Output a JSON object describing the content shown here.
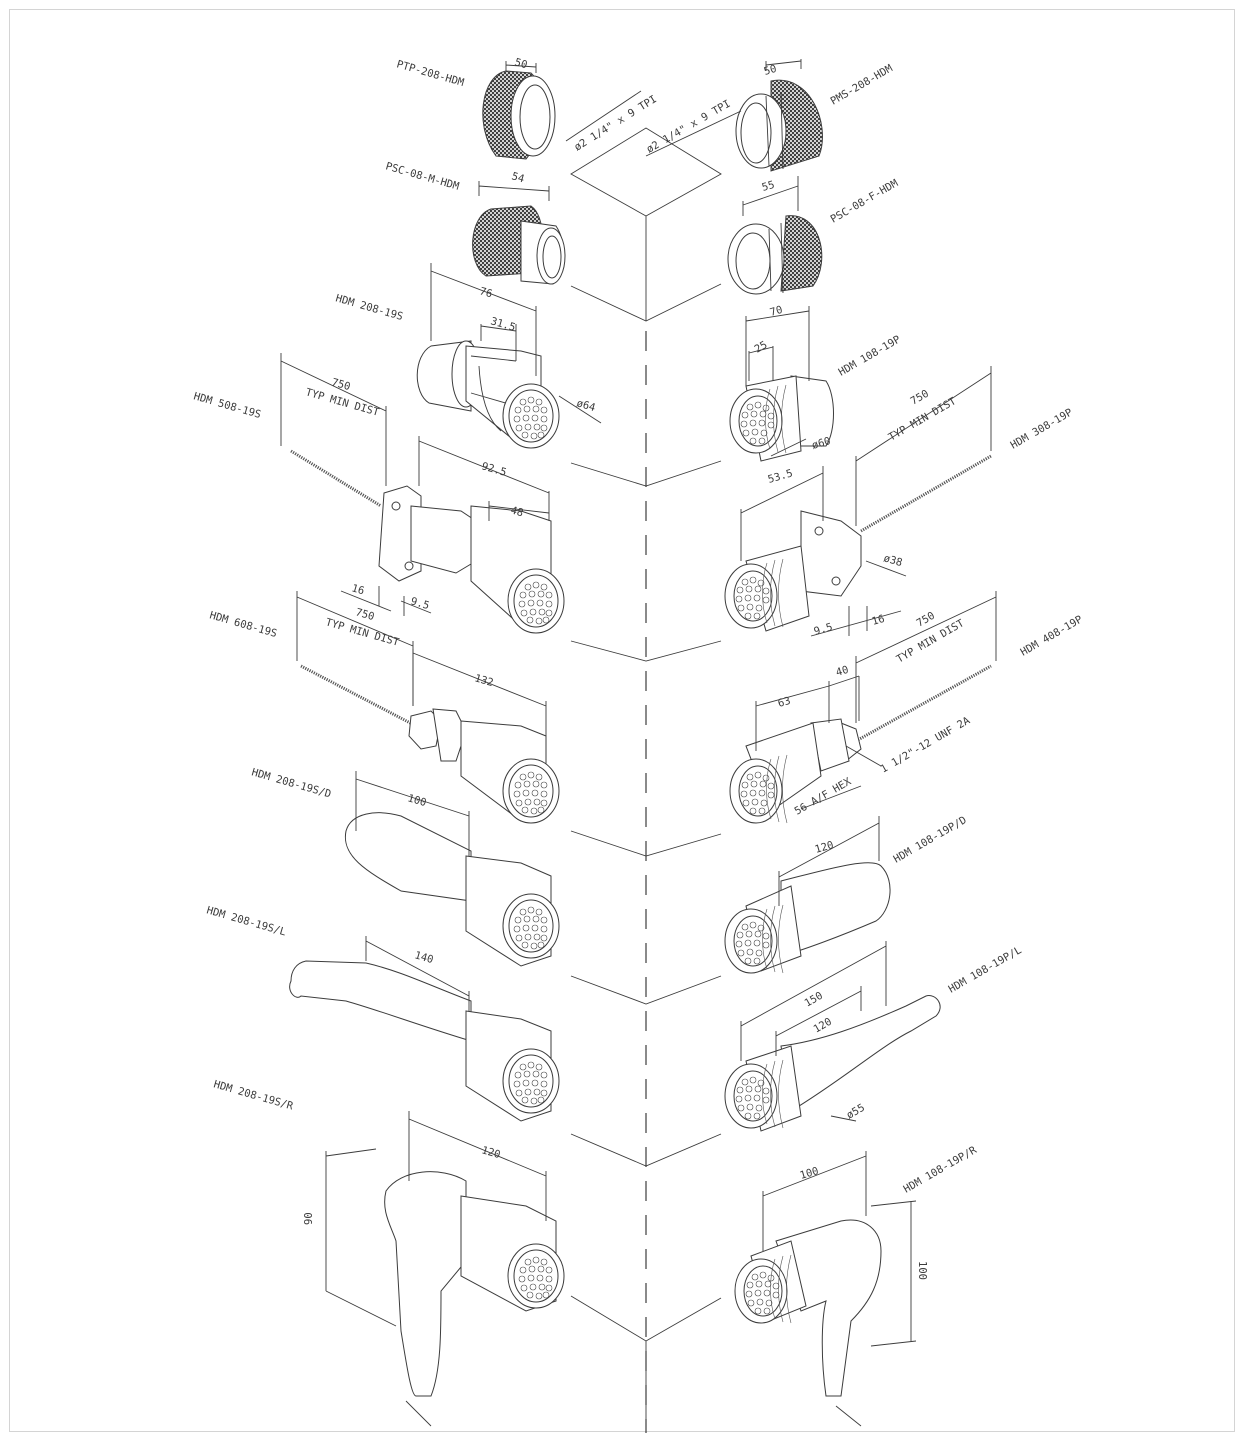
{
  "left_parts": [
    {
      "id": "ptp",
      "name": "PTP-208-HDM",
      "dims": [
        "50"
      ],
      "note": "ø2 1/4\" x 9 TPI"
    },
    {
      "id": "psc-m",
      "name": "PSC-08-M-HDM",
      "dims": [
        "54"
      ]
    },
    {
      "id": "hdm208",
      "name": "HDM 208-19S",
      "dims": [
        "76",
        "31.5",
        "ø64"
      ]
    },
    {
      "id": "hdm508",
      "name": "HDM 508-19S",
      "dims": [
        "750",
        "TYP MIN DIST",
        "92.5",
        "48",
        "16",
        "9.5"
      ]
    },
    {
      "id": "hdm608",
      "name": "HDM 608-19S",
      "dims": [
        "750",
        "TYP MIN DIST",
        "132"
      ]
    },
    {
      "id": "hdm208d",
      "name": "HDM 208-19S/D",
      "dims": [
        "100"
      ]
    },
    {
      "id": "hdm208l",
      "name": "HDM 208-19S/L",
      "dims": [
        "140"
      ]
    },
    {
      "id": "hdm208r",
      "name": "HDM 208-19S/R",
      "dims": [
        "120",
        "90"
      ]
    }
  ],
  "right_parts": [
    {
      "id": "pms",
      "name": "PMS-208-HDM",
      "dims": [
        "50"
      ],
      "note": "ø2 1/4\" x 9 TPI"
    },
    {
      "id": "psc-f",
      "name": "PSC-08-F-HDM",
      "dims": [
        "55"
      ]
    },
    {
      "id": "hdm108",
      "name": "HDM 108-19P",
      "dims": [
        "70",
        "25",
        "ø60"
      ]
    },
    {
      "id": "hdm308",
      "name": "HDM 308-19P",
      "dims": [
        "750",
        "TYP MIN DIST",
        "53.5",
        "ø38",
        "9.5",
        "16"
      ]
    },
    {
      "id": "hdm408",
      "name": "HDM 408-19P",
      "dims": [
        "750",
        "TYP MIN DIST",
        "63",
        "40",
        "1 1/2\"-12 UNF 2A",
        "56 A/F HEX"
      ]
    },
    {
      "id": "hdm108d",
      "name": "HDM 108-19P/D",
      "dims": [
        "120"
      ]
    },
    {
      "id": "hdm108l",
      "name": "HDM 108-19P/L",
      "dims": [
        "150",
        "120",
        "ø55"
      ]
    },
    {
      "id": "hdm108r",
      "name": "HDM 108-19P/R",
      "dims": [
        "100",
        "100"
      ]
    }
  ]
}
